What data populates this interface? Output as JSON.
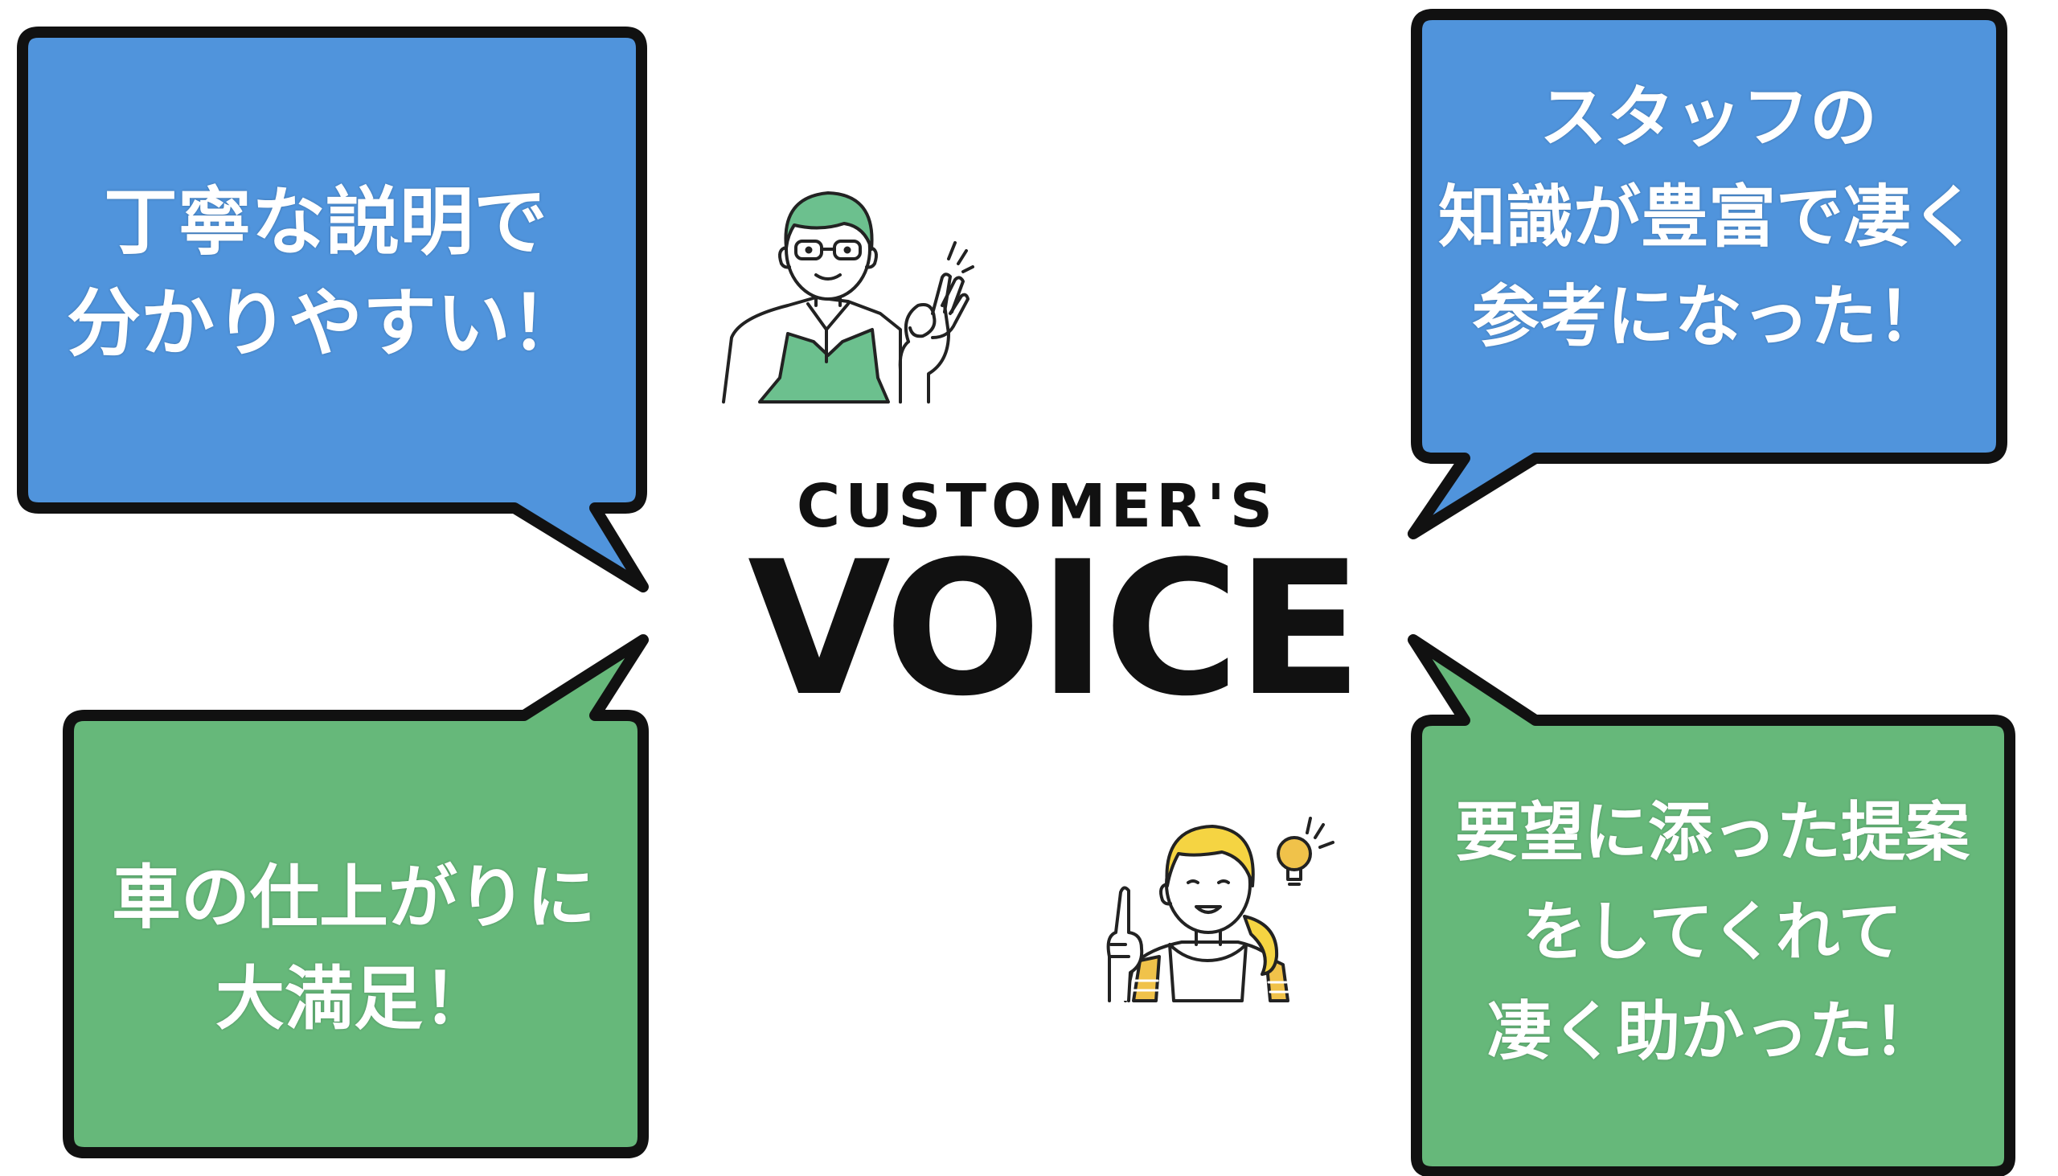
{
  "title": {
    "small": "CUSTOMER'S",
    "large": "VOICE"
  },
  "bubbles": {
    "top_left": {
      "lines": [
        "丁寧な説明で",
        "分かりやすい！"
      ],
      "color": "#5094dc"
    },
    "top_right": {
      "lines": [
        "スタッフの",
        "知識が豊富で凄く",
        "参考になった！"
      ],
      "color": "#5094dc"
    },
    "bottom_left": {
      "lines": [
        "車の仕上がりに",
        "大満足！"
      ],
      "color": "#66b87a"
    },
    "bottom_right": {
      "lines": [
        "要望に添った提案",
        "をしてくれて",
        "凄く助かった！"
      ],
      "color": "#66b87a"
    }
  },
  "figures": {
    "man": {
      "icon": "man-ok-gesture-icon",
      "hair_color": "#6cc08e",
      "apron_color": "#6cc08e"
    },
    "woman": {
      "icon": "woman-idea-icon",
      "hair_color": "#f5d442",
      "accent_color": "#f0c24a"
    }
  },
  "outline_color": "#111111"
}
